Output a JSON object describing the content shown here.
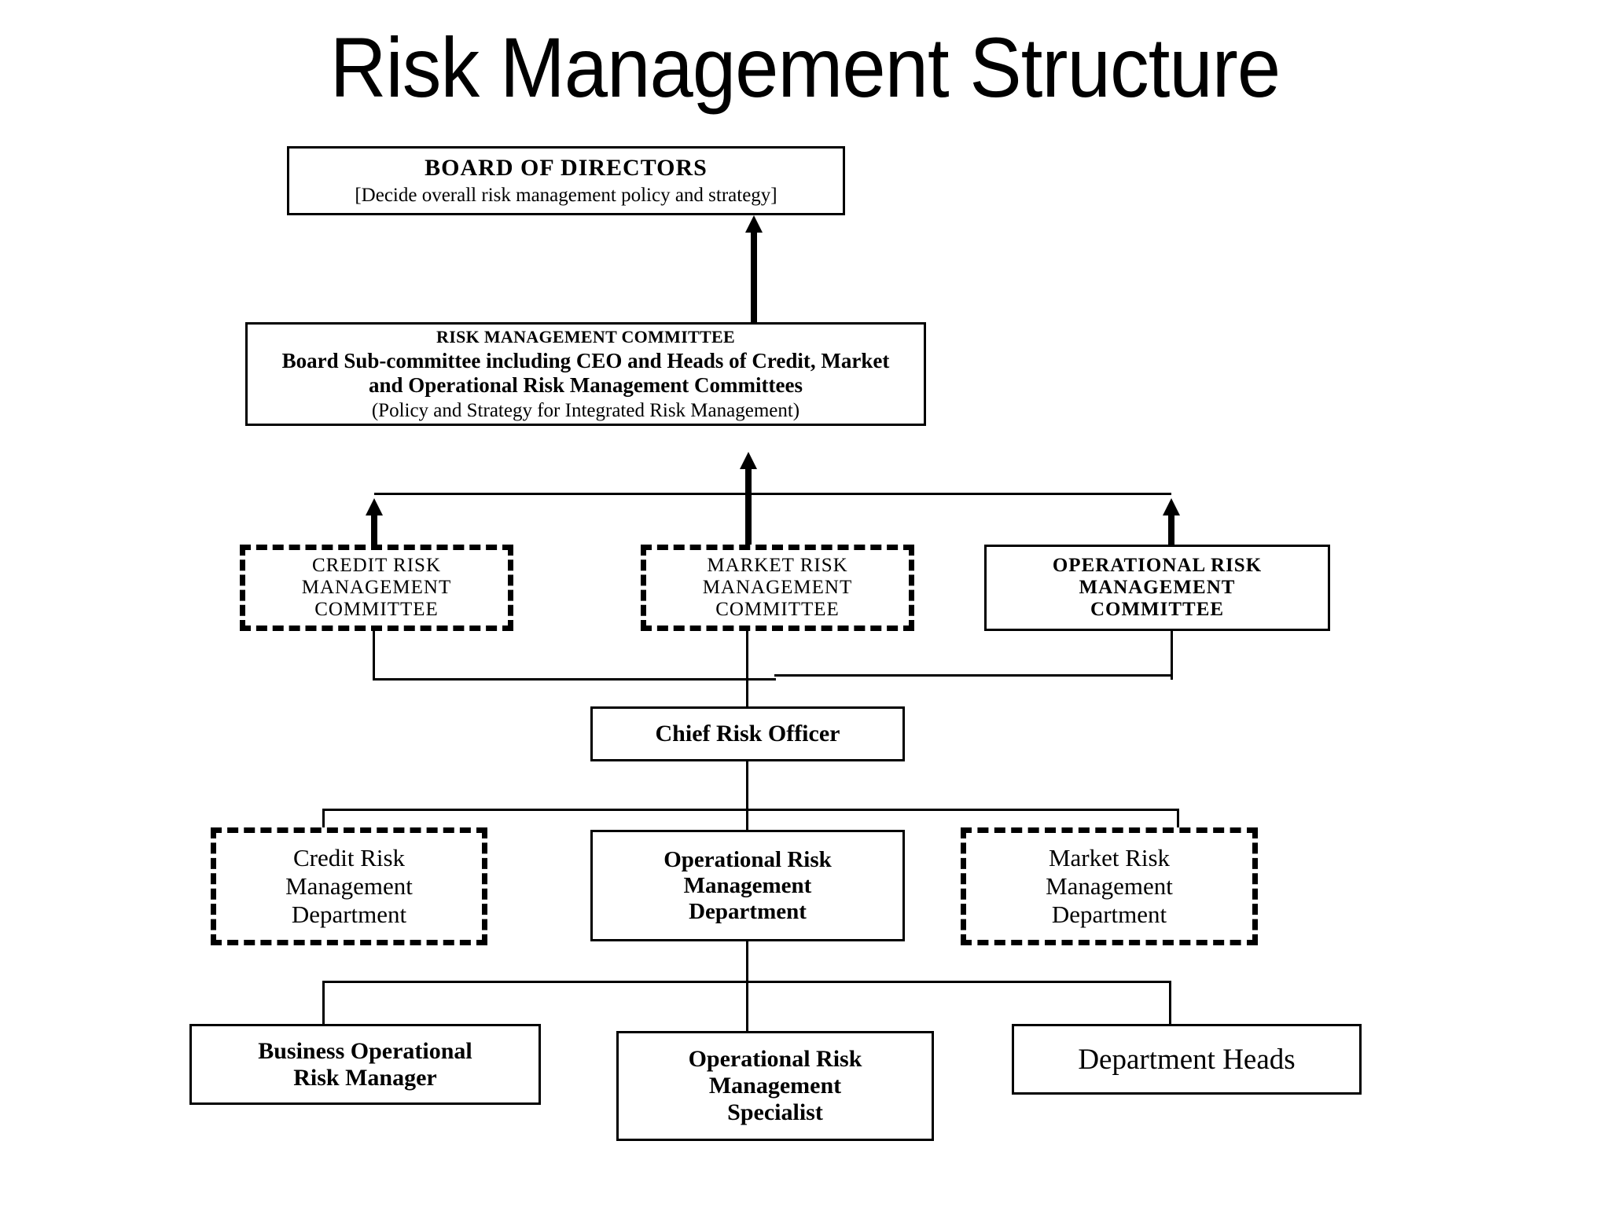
{
  "page": {
    "title": "Risk Management Structure",
    "ink_color": "#000000",
    "background_color": "#ffffff"
  },
  "chart_data": {
    "type": "diagram",
    "subtype": "organizational-hierarchy",
    "title": "Risk Management Structure",
    "nodes": [
      {
        "id": "board",
        "lines": [
          "BOARD OF DIRECTORS",
          "[Decide overall risk management policy and strategy]"
        ],
        "border": "solid",
        "level": 1
      },
      {
        "id": "rmc",
        "lines": [
          "RISK MANAGEMENT COMMITTEE",
          "Board Sub-committee including CEO and Heads of Credit, Market",
          "and Operational Risk Management Committees",
          "(Policy and Strategy for Integrated Risk Management)"
        ],
        "border": "solid",
        "level": 2
      },
      {
        "id": "crmc",
        "lines": [
          "CREDIT RISK",
          "MANAGEMENT",
          "COMMITTEE"
        ],
        "border": "dashed",
        "level": 3
      },
      {
        "id": "mrmc",
        "lines": [
          "MARKET RISK",
          "MANAGEMENT",
          "COMMITTEE"
        ],
        "border": "dashed",
        "level": 3
      },
      {
        "id": "ormc",
        "lines": [
          "OPERATIONAL RISK",
          "MANAGEMENT",
          "COMMITTEE"
        ],
        "border": "solid",
        "level": 3
      },
      {
        "id": "cro",
        "lines": [
          "Chief Risk Officer"
        ],
        "border": "solid",
        "level": 4
      },
      {
        "id": "crmd",
        "lines": [
          "Credit Risk",
          "Management",
          "Department"
        ],
        "border": "dashed",
        "level": 5
      },
      {
        "id": "ormd",
        "lines": [
          "Operational Risk",
          "Management",
          "Department"
        ],
        "border": "solid",
        "level": 5
      },
      {
        "id": "mrmd",
        "lines": [
          "Market Risk",
          "Management",
          "Department"
        ],
        "border": "dashed",
        "level": 5
      },
      {
        "id": "borm",
        "lines": [
          "Business Operational",
          "Risk Manager"
        ],
        "border": "solid",
        "level": 6
      },
      {
        "id": "orms",
        "lines": [
          "Operational Risk",
          "Management",
          "Specialist"
        ],
        "border": "solid",
        "level": 6
      },
      {
        "id": "dh",
        "lines": [
          "Department Heads"
        ],
        "border": "solid",
        "level": 6
      }
    ],
    "edges": [
      {
        "from": "rmc",
        "to": "board",
        "style": "arrow-up"
      },
      {
        "from": "crmc",
        "to": "rmc",
        "style": "arrow-up"
      },
      {
        "from": "mrmc",
        "to": "rmc",
        "style": "arrow-up"
      },
      {
        "from": "ormc",
        "to": "rmc",
        "style": "arrow-up"
      },
      {
        "from": "crmc",
        "to": "cro",
        "style": "line"
      },
      {
        "from": "mrmc",
        "to": "cro",
        "style": "line"
      },
      {
        "from": "ormc",
        "to": "cro",
        "style": "line"
      },
      {
        "from": "cro",
        "to": "crmd",
        "style": "line"
      },
      {
        "from": "cro",
        "to": "ormd",
        "style": "line"
      },
      {
        "from": "cro",
        "to": "mrmd",
        "style": "line"
      },
      {
        "from": "ormd",
        "to": "borm",
        "style": "line"
      },
      {
        "from": "ormd",
        "to": "orms",
        "style": "line"
      },
      {
        "from": "ormd",
        "to": "dh",
        "style": "line"
      }
    ]
  },
  "boxes": {
    "board": {
      "line1": "BOARD OF DIRECTORS",
      "line2": "[Decide overall risk management policy and strategy]"
    },
    "rmc": {
      "line1": "RISK MANAGEMENT COMMITTEE",
      "line2": "Board Sub-committee including CEO and Heads of Credit, Market",
      "line3": "and Operational Risk Management Committees",
      "line4": "(Policy and Strategy for Integrated Risk Management)"
    },
    "credit_risk_committee": {
      "line1": "CREDIT RISK",
      "line2": "MANAGEMENT",
      "line3": "COMMITTEE"
    },
    "market_risk_committee": {
      "line1": "MARKET RISK",
      "line2": "MANAGEMENT",
      "line3": "COMMITTEE"
    },
    "operational_risk_committee": {
      "line1": "OPERATIONAL RISK",
      "line2": "MANAGEMENT",
      "line3": "COMMITTEE"
    },
    "chief_risk_officer": {
      "line1": "Chief Risk Officer"
    },
    "credit_risk_department": {
      "line1": "Credit Risk",
      "line2": "Management",
      "line3": "Department"
    },
    "operational_risk_department": {
      "line1": "Operational Risk",
      "line2": "Management",
      "line3": "Department"
    },
    "market_risk_department": {
      "line1": "Market Risk",
      "line2": "Management",
      "line3": "Department"
    },
    "business_operational_risk_manager": {
      "line1": "Business Operational",
      "line2": "Risk Manager"
    },
    "operational_risk_specialist": {
      "line1": "Operational Risk",
      "line2": "Management",
      "line3": "Specialist"
    },
    "department_heads": {
      "line1": "Department Heads"
    }
  }
}
